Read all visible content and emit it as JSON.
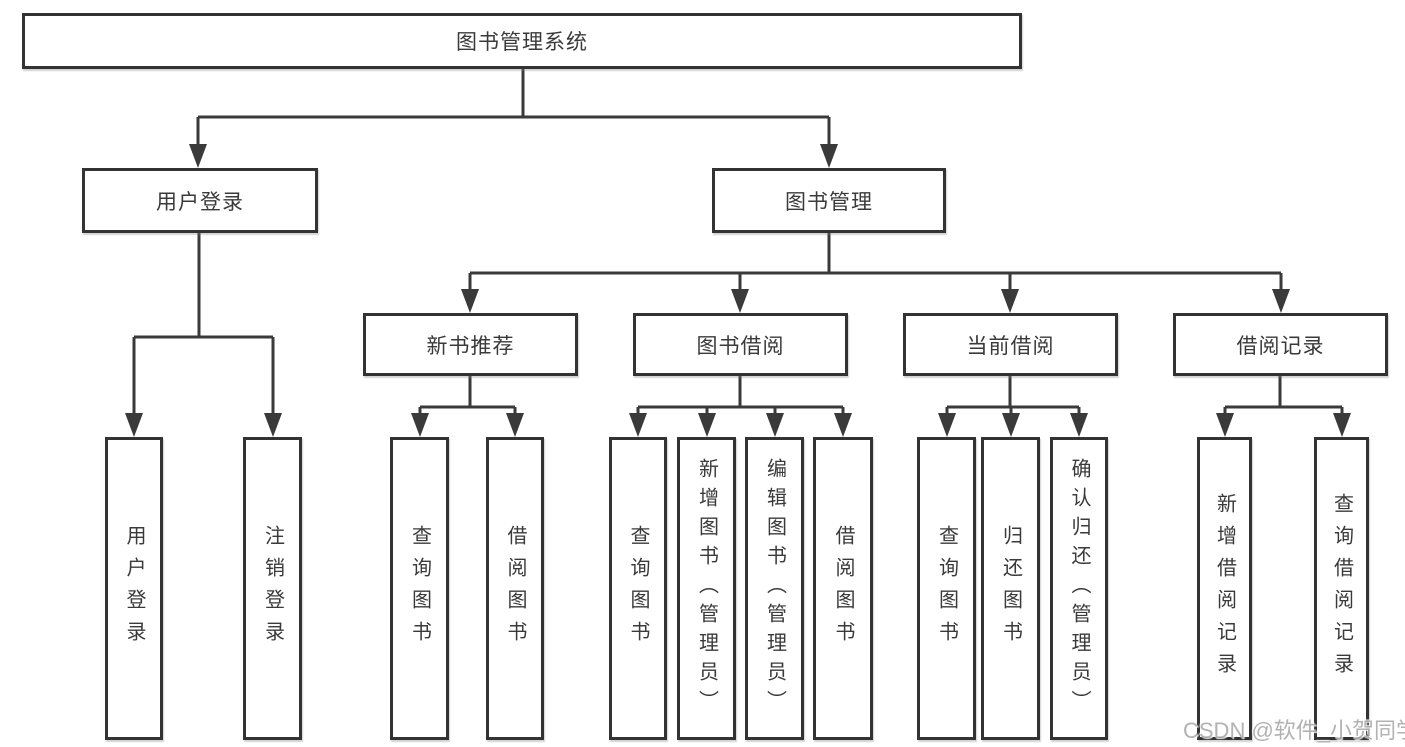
{
  "tree": {
    "label": "图书管理系统",
    "children": [
      {
        "label": "用户登录",
        "children": [
          {
            "label": "用户登录"
          },
          {
            "label": "注销登录"
          }
        ]
      },
      {
        "label": "图书管理",
        "children": [
          {
            "label": "新书推荐",
            "children": [
              {
                "label": "查询图书"
              },
              {
                "label": "借阅图书"
              }
            ]
          },
          {
            "label": "图书借阅",
            "children": [
              {
                "label": "查询图书"
              },
              {
                "label": "新增图书（管理员）"
              },
              {
                "label": "编辑图书（管理员）"
              },
              {
                "label": "借阅图书"
              }
            ]
          },
          {
            "label": "当前借阅",
            "children": [
              {
                "label": "查询图书"
              },
              {
                "label": "归还图书"
              },
              {
                "label": "确认归还（管理员）"
              }
            ]
          },
          {
            "label": "借阅记录",
            "children": [
              {
                "label": "新增借阅记录"
              },
              {
                "label": "查询借阅记录"
              }
            ]
          }
        ]
      }
    ]
  },
  "watermark": "CSDN @软件_小贺同学",
  "colors": {
    "line": "#3a3a3a",
    "box_border": "#333333",
    "box_fill": "#ffffff",
    "text": "#3a3a3a",
    "watermark": "#a5a5a5"
  }
}
